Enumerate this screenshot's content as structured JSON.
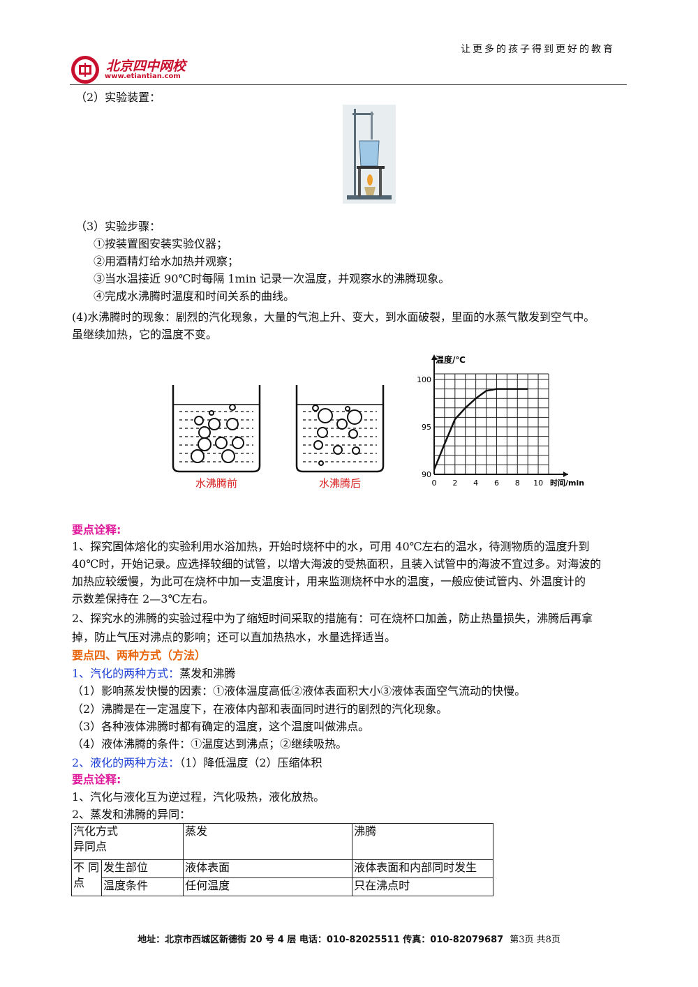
{
  "header": {
    "logo_name": "北京四中网校",
    "logo_url": "www.etiantian.com",
    "slogan": "让更多的孩子得到更好的教育"
  },
  "section2": {
    "title": "（2）实验装置："
  },
  "section3": {
    "title": "（3）实验步骤：",
    "steps": [
      "①按装置图安装实验仪器；",
      "②用酒精灯给水加热并观察；",
      "③当水温接近 90℃时每隔 1min 记录一次温度，并观察水的沸腾现象。",
      "④完成水沸腾时温度和时间关系的曲线。"
    ]
  },
  "section4": {
    "line1": "(4)水沸腾时的现象：剧烈的汽化现象，大量的气泡上升、变大，到水面破裂，里面的水蒸气散发到空气中。",
    "line2": "虽继续加热，它的温度不变。"
  },
  "beakers": {
    "before_label": "水沸腾前",
    "after_label": "水沸腾后"
  },
  "chart_data": {
    "type": "line",
    "ylabel": "温度/℃",
    "xlabel": "时间/min",
    "x_ticks": [
      "0",
      "2",
      "4",
      "6",
      "8",
      "10"
    ],
    "y_ticks": [
      "90",
      "95",
      "100"
    ],
    "xlim": [
      0,
      11
    ],
    "ylim": [
      90,
      100
    ],
    "grid": true,
    "series": [
      {
        "x": [
          0,
          1,
          2,
          3,
          4,
          5,
          6,
          7,
          8,
          9
        ],
        "y": [
          90.5,
          93.2,
          95.8,
          97.0,
          98.0,
          98.8,
          99.0,
          99.0,
          99.0,
          99.0
        ]
      }
    ]
  },
  "notes1": {
    "heading": "要点诠释:",
    "p1_lines": [
      "1、探究固体熔化的实验利用水浴加热，开始时烧杯中的水，可用 40℃左右的温水，待测物质的温度升到",
      "40℃时，开始记录。应选择较细的试管，以增大海波的受热面积，且装入试管中的海波不宜过多。对海波的",
      "加热应较缓慢，为此可在烧杯中加一支温度计，用来监测烧杯中水的温度，一般应使试管内、外温度计的",
      "示数差保持在 2—3℃左右。"
    ],
    "p2_lines": [
      "2、探究水的沸腾的实验过程中为了缩短时间采取的措施有：可在烧杯口加盖，防止热量损失，沸腾后再拿",
      "掉，防止气压对沸点的影响；还可以直加热热水，水量选择适当。"
    ]
  },
  "point4": {
    "heading": "要点四、两种方式（方法）",
    "sub1_blue": "1、汽化的两种方式：",
    "sub1_rest": "蒸发和沸腾",
    "items": [
      "（1）影响蒸发快慢的因素：①液体温度高低②液体表面积大小③液体表面空气流动的快慢。",
      "（2）沸腾是在一定温度下，在液体内部和表面同时进行的剧烈的汽化现象。",
      "（3）各种液体沸腾时都有确定的温度，这个温度叫做沸点。",
      "（4）液体沸腾的条件：①温度达到沸点；②继续吸热。"
    ],
    "sub2_blue": "2、液化的两种方法：",
    "sub2_rest": "（1）降低温度（2）压缩体积"
  },
  "notes2": {
    "heading": "要点诠释:",
    "line1": "1、汽化与液化互为逆过程，汽化吸热，液化放热。",
    "line2": "2、蒸发和沸腾的异同："
  },
  "table": {
    "corner_line1": "汽化方式",
    "corner_line2": "异同点",
    "col1": "蒸发",
    "col2": "沸腾",
    "group_line1": "不 同",
    "group_line2": "点",
    "rows": [
      {
        "label": "发生部位",
        "c1": "液体表面",
        "c2": "液体表面和内部同时发生"
      },
      {
        "label": "温度条件",
        "c1": "任何温度",
        "c2": "只在沸点时"
      }
    ]
  },
  "footer": {
    "text": "地址：北京市西城区新德街 20 号 4 层  电话：010-82025511  传真：010-82079687",
    "page": "第3页  共8页"
  }
}
